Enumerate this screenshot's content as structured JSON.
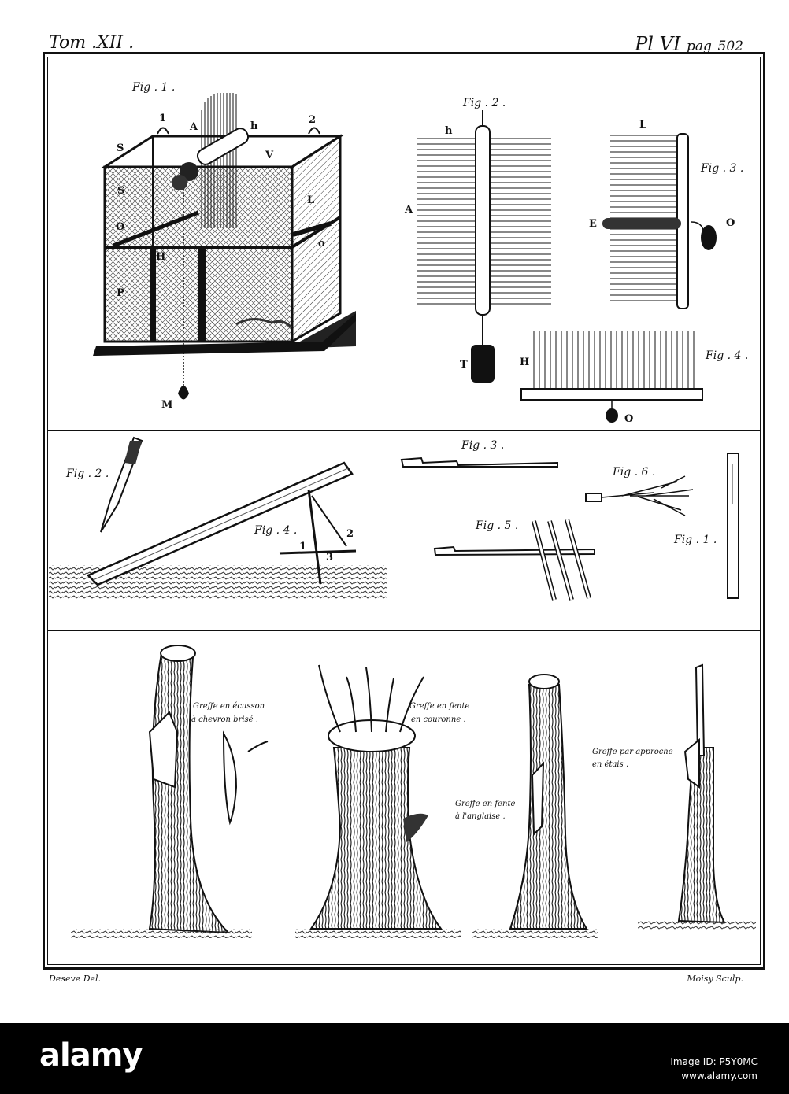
{
  "header": {
    "volume": "Tom .XII .",
    "plate": "Pl VI",
    "page_prefix": "pag",
    "page_number": "502"
  },
  "panel1": {
    "fig1": "Fig . 1 .",
    "fig2": "Fig . 2 .",
    "fig3": "Fig . 3 .",
    "fig4": "Fig . 4 .",
    "cage_labels": {
      "one": "1",
      "a": "A",
      "h_small": "h",
      "two": "2",
      "s1": "S",
      "v": "V",
      "s2": "S",
      "l": "L",
      "o1": "O",
      "o2": "o",
      "h": "H",
      "p": "P",
      "m": "M"
    },
    "comb_labels": {
      "h": "h",
      "a": "A",
      "t": "T"
    },
    "fig3_labels": {
      "l": "L",
      "e": "E",
      "o": "O"
    },
    "fig4_labels": {
      "h": "H",
      "o": "O"
    }
  },
  "panel2": {
    "fig2": "Fig . 2 .",
    "fig3": "Fig . 3 .",
    "fig4": "Fig . 4 .",
    "fig5": "Fig . 5 .",
    "fig6": "Fig . 6 .",
    "fig1": "Fig . 1 .",
    "post_labels": {
      "one": "1",
      "two": "2",
      "three": "3"
    }
  },
  "panel3": {
    "graft1_line1": "Greffe en écusson",
    "graft1_line2": "à chevron brisé .",
    "graft2_line1": "Greffe en fente",
    "graft2_line2": "en couronne .",
    "graft3_line1": "Greffe en fente",
    "graft3_line2": "à l'anglaise .",
    "graft4_line1": "Greffe par approche",
    "graft4_line2": "en étais ."
  },
  "credits": {
    "left": "Deseve Del.",
    "right": "Moisy Sculp."
  },
  "footer": {
    "logo": "alamy",
    "image_id": "Image ID: P5Y0MC",
    "site": "www.alamy.com"
  }
}
